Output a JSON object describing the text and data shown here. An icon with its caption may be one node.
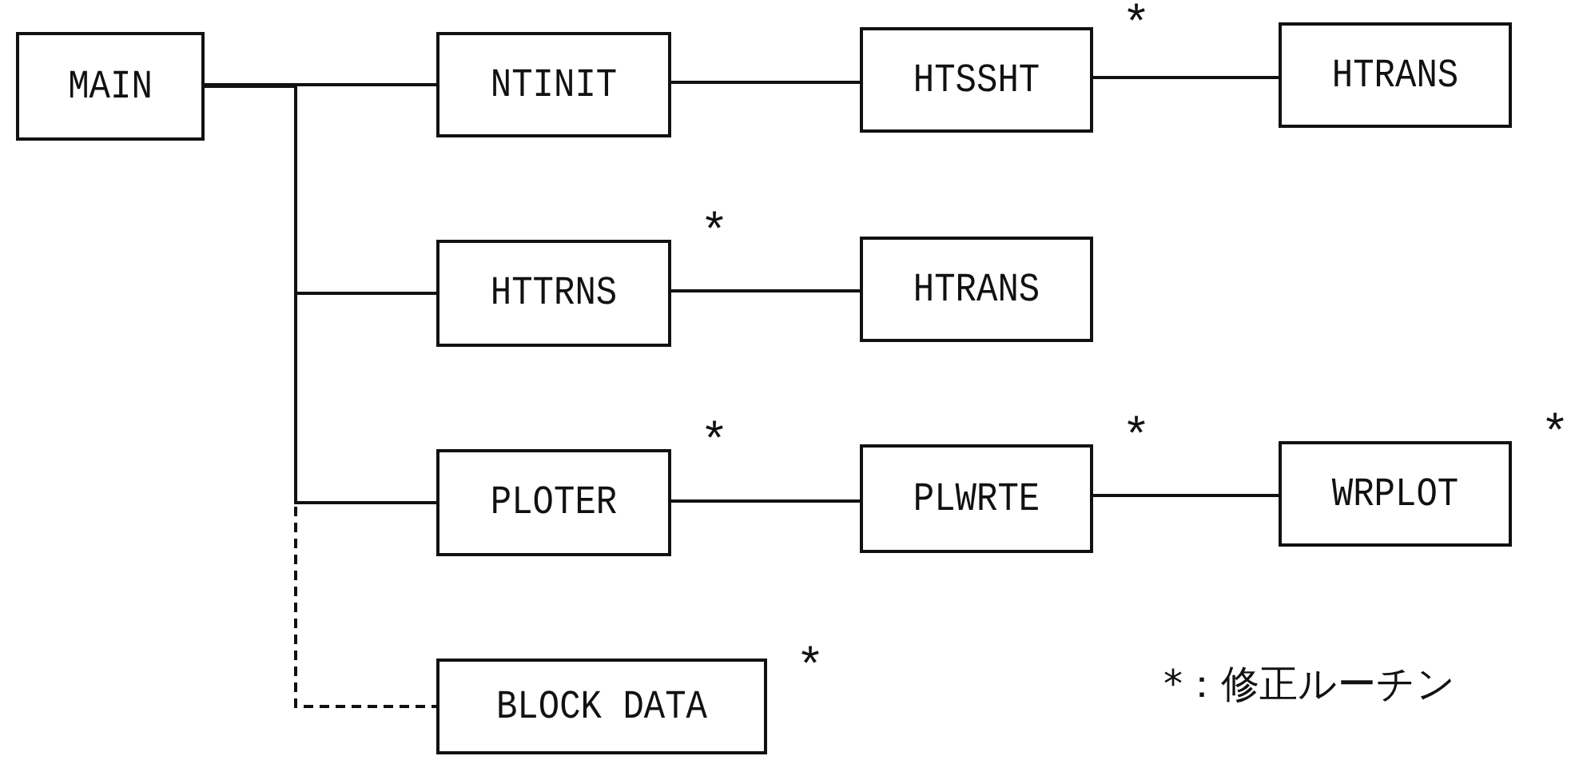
{
  "diagram": {
    "nodes": [
      {
        "text": [
          "MAIN"
        ]
      },
      {
        "text": [
          "NTINIT"
        ]
      },
      {
        "text": [
          "HTSSHT"
        ],
        "beside": [
          "*"
        ]
      },
      {
        "text": [
          "HTRANS"
        ]
      },
      {
        "text": [
          "HTTRNS"
        ],
        "beside": [
          "*"
        ]
      },
      {
        "text": [
          "HTRANS"
        ]
      },
      {
        "text": [
          "PLOTER"
        ],
        "beside": [
          "*"
        ]
      },
      {
        "text": [
          "PLWRTE"
        ],
        "beside": [
          "*"
        ]
      },
      {
        "text": [
          "WRPLOT"
        ],
        "beside": [
          "*"
        ]
      },
      {
        "text": [
          "BLOCK DATA"
        ],
        "beside": [
          "*"
        ]
      }
    ],
    "edges": [
      {
        "from": 0,
        "to": 1,
        "arrow": "none"
      },
      {
        "from": 0,
        "to": 4,
        "arrow": "none"
      },
      {
        "from": 0,
        "to": 6,
        "arrow": "none"
      },
      {
        "from": 0,
        "to": 9,
        "arrow": "none",
        "style": "dashed"
      },
      {
        "from": 1,
        "to": 2,
        "arrow": "none"
      },
      {
        "from": 2,
        "to": 3,
        "arrow": "none"
      },
      {
        "from": 4,
        "to": 5,
        "arrow": "none"
      },
      {
        "from": 6,
        "to": 7,
        "arrow": "none"
      },
      {
        "from": 7,
        "to": 8,
        "arrow": "none"
      }
    ],
    "labels": [
      "*：修正ルーチン"
    ]
  }
}
